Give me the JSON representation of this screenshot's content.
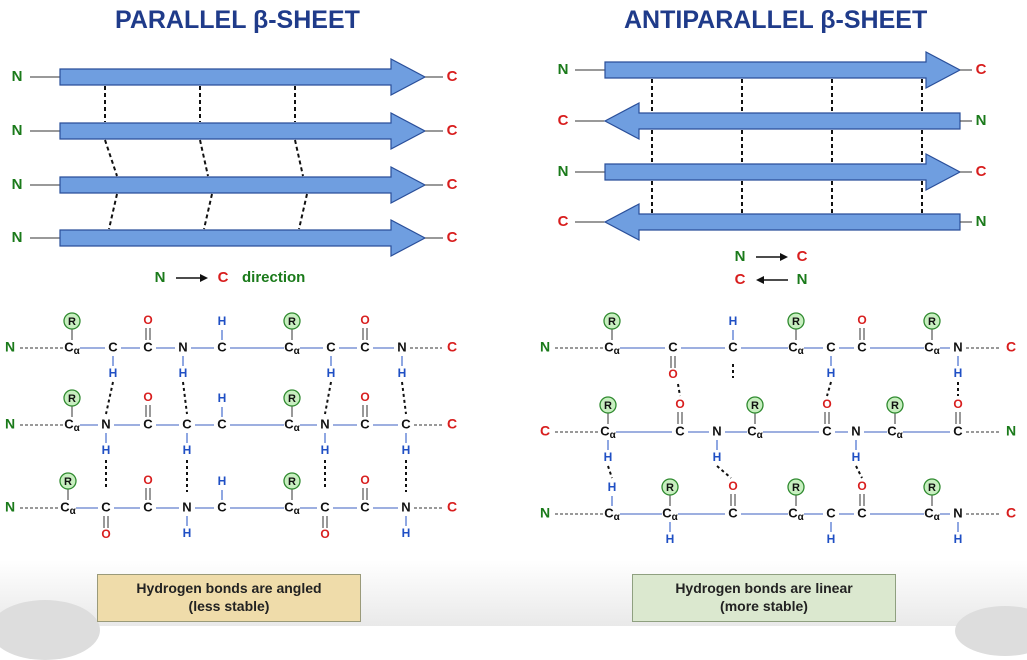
{
  "titles": {
    "parallel": "PARALLEL β-SHEET",
    "antiparallel": "ANTIPARALLEL β-SHEET"
  },
  "labels": {
    "n": "N",
    "c": "C",
    "ca": "Cα",
    "r": "R",
    "o": "O",
    "h": "H",
    "direction": "direction"
  },
  "captions": {
    "parallel_line1": "Hydrogen bonds are angled",
    "parallel_line2": "(less stable)",
    "antiparallel_line1": "Hydrogen bonds are linear",
    "antiparallel_line2": "(more stable)"
  },
  "colors": {
    "title": "#1f3b8a",
    "n_terminus": "#1a7a1a",
    "c_terminus": "#d81e1e",
    "arrow_fill": "#6f9ee0",
    "arrow_stroke": "#2a4f9a",
    "hydrogen": "#1f4fc4",
    "oxygen": "#d81e1e",
    "r_group_fill": "#c8efc0",
    "r_group_stroke": "#2f8a2f",
    "caption_parallel": "#efdcaa",
    "caption_antiparallel": "#dbe8cf"
  }
}
